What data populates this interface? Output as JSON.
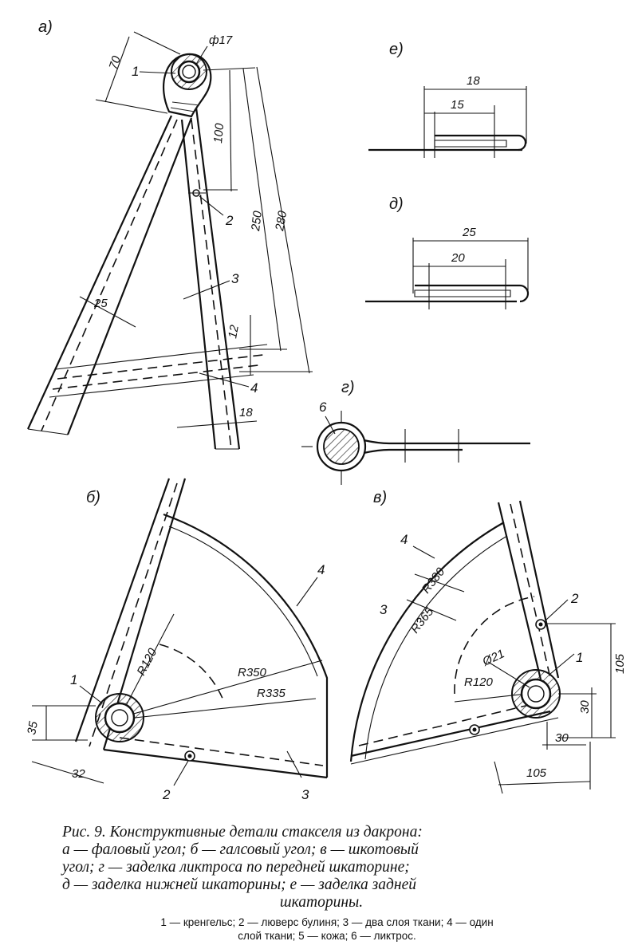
{
  "panels": {
    "a": {
      "label": "а)",
      "dims": {
        "d17": "ф17",
        "h70": "70",
        "d100": "100",
        "d250": "250",
        "d280": "280",
        "w25": "25",
        "w12": "12",
        "w18": "18"
      },
      "callouts": {
        "c1": "1",
        "c2": "2",
        "c3": "3",
        "c4": "4"
      }
    },
    "e": {
      "label": "е)",
      "dims": {
        "d18": "18",
        "d15": "15"
      }
    },
    "d": {
      "label": "д)",
      "dims": {
        "d25": "25",
        "d20": "20"
      }
    },
    "g": {
      "label": "г)",
      "callouts": {
        "c6": "6"
      }
    },
    "b": {
      "label": "б)",
      "dims": {
        "r120": "R120",
        "r350": "R350",
        "r335": "R335",
        "h35": "35",
        "w32": "32"
      },
      "callouts": {
        "c1": "1",
        "c2": "2",
        "c3": "3",
        "c4": "4"
      }
    },
    "v": {
      "label": "в)",
      "dims": {
        "r380": "R380",
        "r365": "R365",
        "d21": "Ø21",
        "r120": "R120",
        "h105": "105",
        "h30": "30",
        "w30": "30",
        "w105": "105"
      },
      "callouts": {
        "c1": "1",
        "c2": "2",
        "c3": "3",
        "c4": "4"
      }
    }
  },
  "caption": {
    "line1": "Рис. 9. Конструктивные детали стакселя из дакрона:",
    "line2": "а — фаловый угол; б — галсовый угол; в — шкотовый",
    "line3": "угол; г — заделка ликтроса по передней шкаторине;",
    "line4": "д — заделка нижней шкаторины; е — заделка задней",
    "line5": "шкаторины."
  },
  "legend": {
    "line1": "1 — кренгельс; 2 — люверс булиня; 3 — два слоя ткани; 4 — один",
    "line2": "слой ткани; 5 — кожа; 6 — ликтрос."
  }
}
